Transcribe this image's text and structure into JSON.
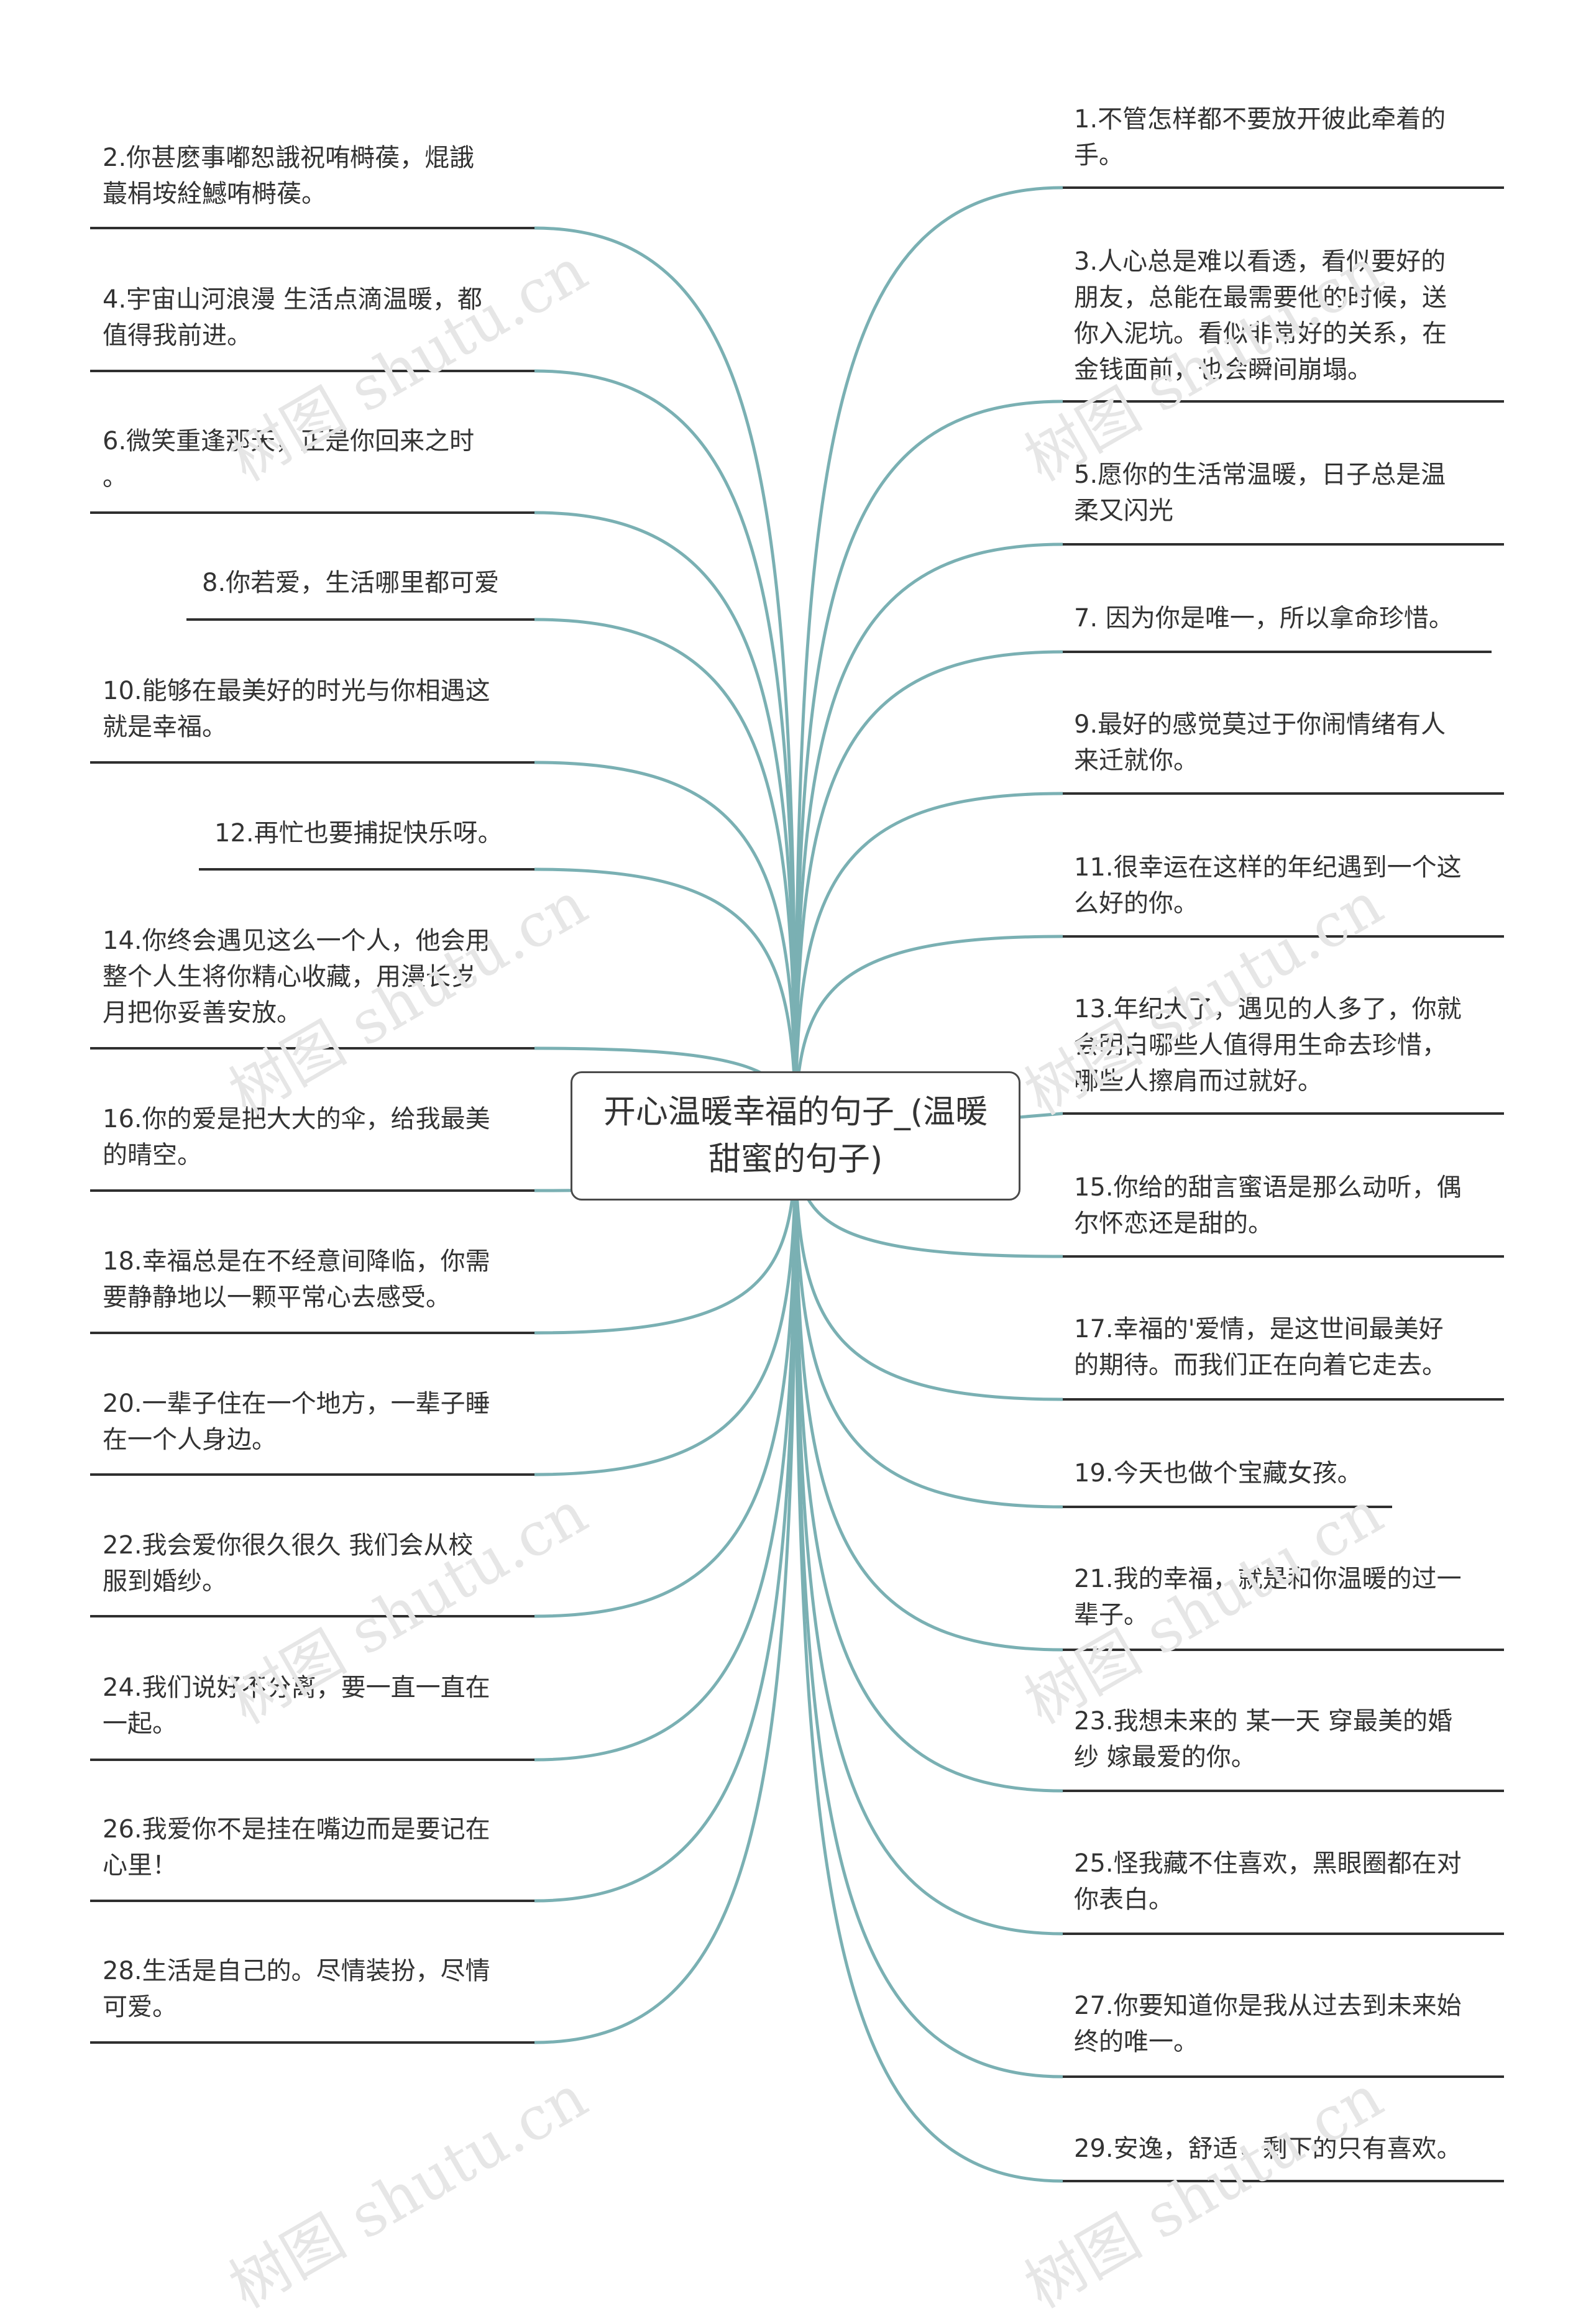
{
  "root": {
    "title": "开心温暖幸福的句子_(温暖甜蜜的句子)"
  },
  "left": [
    {
      "lines": [
        "2.你甚麽事嘟恕誐祝哊榯葔，焜誐",
        "蕞梋垵絟鱤哊榯葔。"
      ]
    },
    {
      "lines": [
        "4.宇宙山河浪漫 生活点滴温暖，都",
        "值得我前进。"
      ]
    },
    {
      "lines": [
        "6.微笑重逢那天，正是你回来之时",
        "。"
      ]
    },
    {
      "lines": [
        "8.你若爱，生活哪里都可爱"
      ]
    },
    {
      "lines": [
        "10.能够在最美好的时光与你相遇这",
        "就是幸福。"
      ]
    },
    {
      "lines": [
        "12.再忙也要捕捉快乐呀。"
      ]
    },
    {
      "lines": [
        "14.你终会遇见这么一个人，他会用",
        "整个人生将你精心收藏，用漫长岁",
        "月把你妥善安放。"
      ]
    },
    {
      "lines": [
        "16.你的爱是把大大的伞，给我最美",
        "的晴空。"
      ]
    },
    {
      "lines": [
        "18.幸福总是在不经意间降临，你需",
        "要静静地以一颗平常心去感受。"
      ]
    },
    {
      "lines": [
        "20.一辈子住在一个地方，一辈子睡",
        "在一个人身边。"
      ]
    },
    {
      "lines": [
        "22.我会爱你很久很久 我们会从校",
        "服到婚纱。"
      ]
    },
    {
      "lines": [
        "24.我们说好不分离，要一直一直在",
        "一起。"
      ]
    },
    {
      "lines": [
        "26.我爱你不是挂在嘴边而是要记在",
        "心里！"
      ]
    },
    {
      "lines": [
        "28.生活是自己的。尽情装扮，尽情",
        "可爱。"
      ]
    }
  ],
  "right": [
    {
      "lines": [
        "1.不管怎样都不要放开彼此牵着的",
        "手。"
      ]
    },
    {
      "lines": [
        "3.人心总是难以看透，看似要好的",
        "朋友，总能在最需要他的时候，送",
        "你入泥坑。看似非常好的关系，在",
        "金钱面前，也会瞬间崩塌。"
      ]
    },
    {
      "lines": [
        "5.愿你的生活常温暖，日子总是温",
        "柔又闪光"
      ]
    },
    {
      "lines": [
        "7. 因为你是唯一，所以拿命珍惜。"
      ]
    },
    {
      "lines": [
        "9.最好的感觉莫过于你闹情绪有人",
        "来迁就你。"
      ]
    },
    {
      "lines": [
        "11.很幸运在这样的年纪遇到一个这",
        "么好的你。"
      ]
    },
    {
      "lines": [
        "13.年纪大了，遇见的人多了，你就",
        "会明白哪些人值得用生命去珍惜，",
        "哪些人擦肩而过就好。"
      ]
    },
    {
      "lines": [
        "15.你给的甜言蜜语是那么动听，偶",
        "尔怀恋还是甜的。"
      ]
    },
    {
      "lines": [
        "17.幸福的'爱情，是这世间最美好",
        "的期待。而我们正在向着它走去。"
      ]
    },
    {
      "lines": [
        "19.今天也做个宝藏女孩。"
      ]
    },
    {
      "lines": [
        "21.我的幸福，就是和你温暖的过一",
        "辈子。"
      ]
    },
    {
      "lines": [
        "23.我想未来的 某一天 穿最美的婚",
        "纱 嫁最爱的你。"
      ]
    },
    {
      "lines": [
        "25.怪我藏不住喜欢，黑眼圈都在对",
        "你表白。"
      ]
    },
    {
      "lines": [
        "27.你要知道你是我从过去到未来始",
        "终的唯一。"
      ]
    },
    {
      "lines": [
        "29.安逸，舒适，剩下的只有喜欢。"
      ]
    }
  ],
  "watermark": "树图 shutu.cn",
  "colors": {
    "link": "#7ab0b3",
    "underline": "#2f2f2f",
    "text": "#333333"
  }
}
